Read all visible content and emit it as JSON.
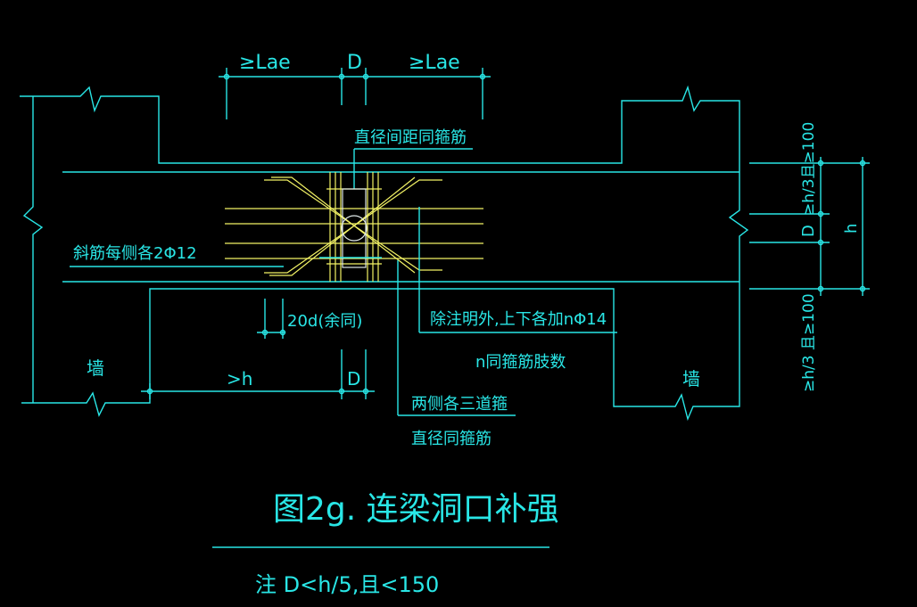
{
  "labels": {
    "lae_left": "≥Lae",
    "d_top": "D",
    "lae_right": "≥Lae",
    "stirrup_top": "直径间距同箍筋",
    "right_top": "≥h/3且≥100",
    "right_d": "D",
    "right_h": "h",
    "right_bottom": "≥h/3 且≥100",
    "diagonal_bars": "斜筋每侧各2Φ12",
    "anchorage": "20d(余同)",
    "extra_bars": "除注明外,上下各加nΦ14",
    "n_legs": "n同箍筋肢数",
    "wall_left": "墙",
    "wall_right": "墙",
    "gt_h": ">h",
    "d_bottom": "D",
    "three_stirrups": "两侧各三道箍",
    "same_dia": "直径同箍筋"
  },
  "figure": {
    "title": "图2g. 连梁洞口补强",
    "note": "注 D<h/5,且<150"
  },
  "colors": {
    "line": "#29e6e6",
    "rebar": "#f2f265",
    "opening": "#dfe8e8",
    "background": "#000000"
  }
}
